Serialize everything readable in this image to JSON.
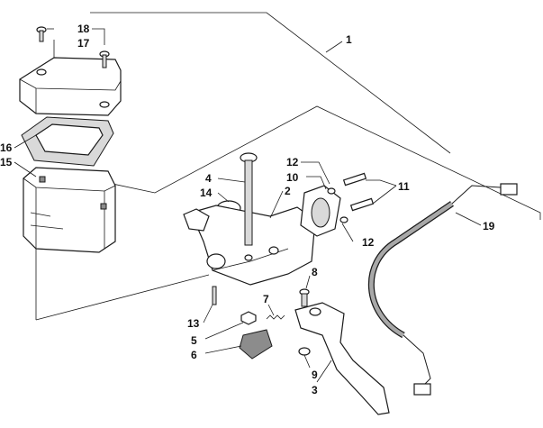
{
  "callouts": {
    "c1": "1",
    "c2": "2",
    "c3": "3",
    "c4": "4",
    "c5": "5",
    "c6": "6",
    "c7": "7",
    "c8": "8",
    "c9": "9",
    "c10": "10",
    "c11": "11",
    "c12a": "12",
    "c12b": "12",
    "c13": "13",
    "c14": "14",
    "c15": "15",
    "c16": "16",
    "c17": "17",
    "c18": "18",
    "c19": "19"
  }
}
